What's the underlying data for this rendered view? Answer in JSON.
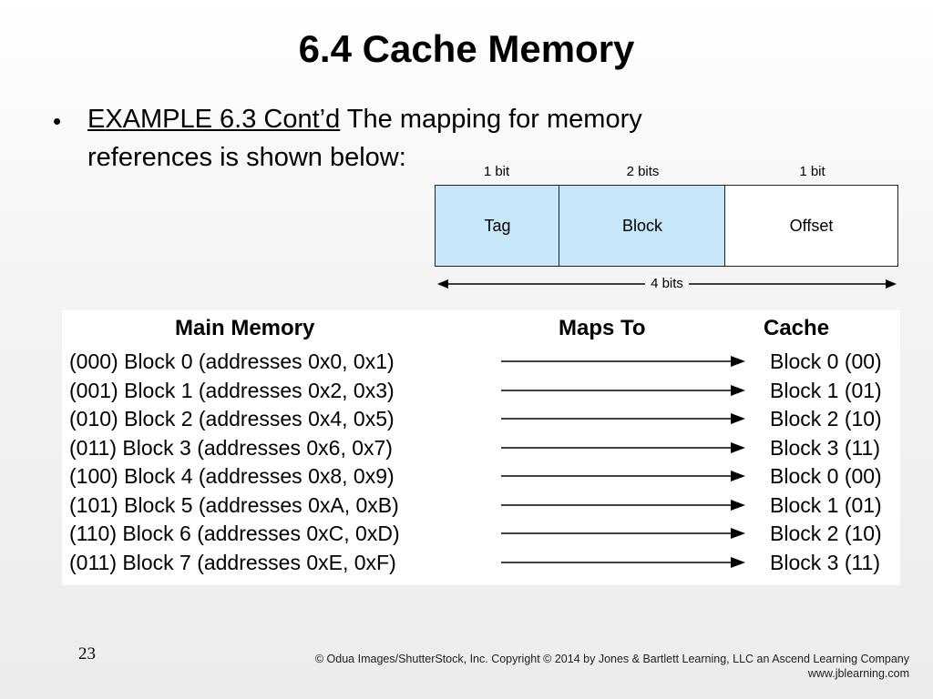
{
  "slide": {
    "title": "6.4 Cache Memory",
    "bullet": {
      "marker": "•",
      "example_link": "EXAMPLE 6.3 Cont’d",
      "text": " The mapping for memory references is shown below:"
    },
    "number": "23"
  },
  "address_fields": {
    "fields": [
      {
        "name": "Tag",
        "bits": "1 bit",
        "color": "#c7e6f7"
      },
      {
        "name": "Block",
        "bits": "2 bits",
        "color": "#c7e6f7"
      },
      {
        "name": "Offset",
        "bits": "1 bit",
        "color": "#ffffff"
      }
    ],
    "total": "4 bits"
  },
  "mapping_table": {
    "headers": {
      "memory": "Main Memory",
      "maps_to": "Maps To",
      "cache": "Cache"
    },
    "rows": [
      {
        "memory": "(000) Block 0 (addresses 0x0, 0x1)",
        "cache": "Block 0 (00)"
      },
      {
        "memory": "(001) Block 1 (addresses 0x2, 0x3)",
        "cache": "Block 1 (01)"
      },
      {
        "memory": "(010) Block 2 (addresses 0x4, 0x5)",
        "cache": "Block 2 (10)"
      },
      {
        "memory": "(011) Block 3 (addresses 0x6, 0x7)",
        "cache": "Block 3 (11)"
      },
      {
        "memory": "(100) Block 4 (addresses 0x8, 0x9)",
        "cache": "Block 0 (00)"
      },
      {
        "memory": "(101) Block 5 (addresses 0xA, 0xB)",
        "cache": "Block 1 (01)"
      },
      {
        "memory": "(110) Block 6 (addresses 0xC, 0xD)",
        "cache": "Block 2 (10)"
      },
      {
        "memory": "(011) Block 7 (addresses 0xE, 0xF)",
        "cache": "Block 3 (11)"
      }
    ]
  },
  "footer": {
    "copyright_line1": "© Odua Images/ShutterStock, Inc. Copyright © 2014 by Jones & Bartlett Learning, LLC an Ascend Learning Company",
    "copyright_line2": "www.jblearning.com"
  }
}
